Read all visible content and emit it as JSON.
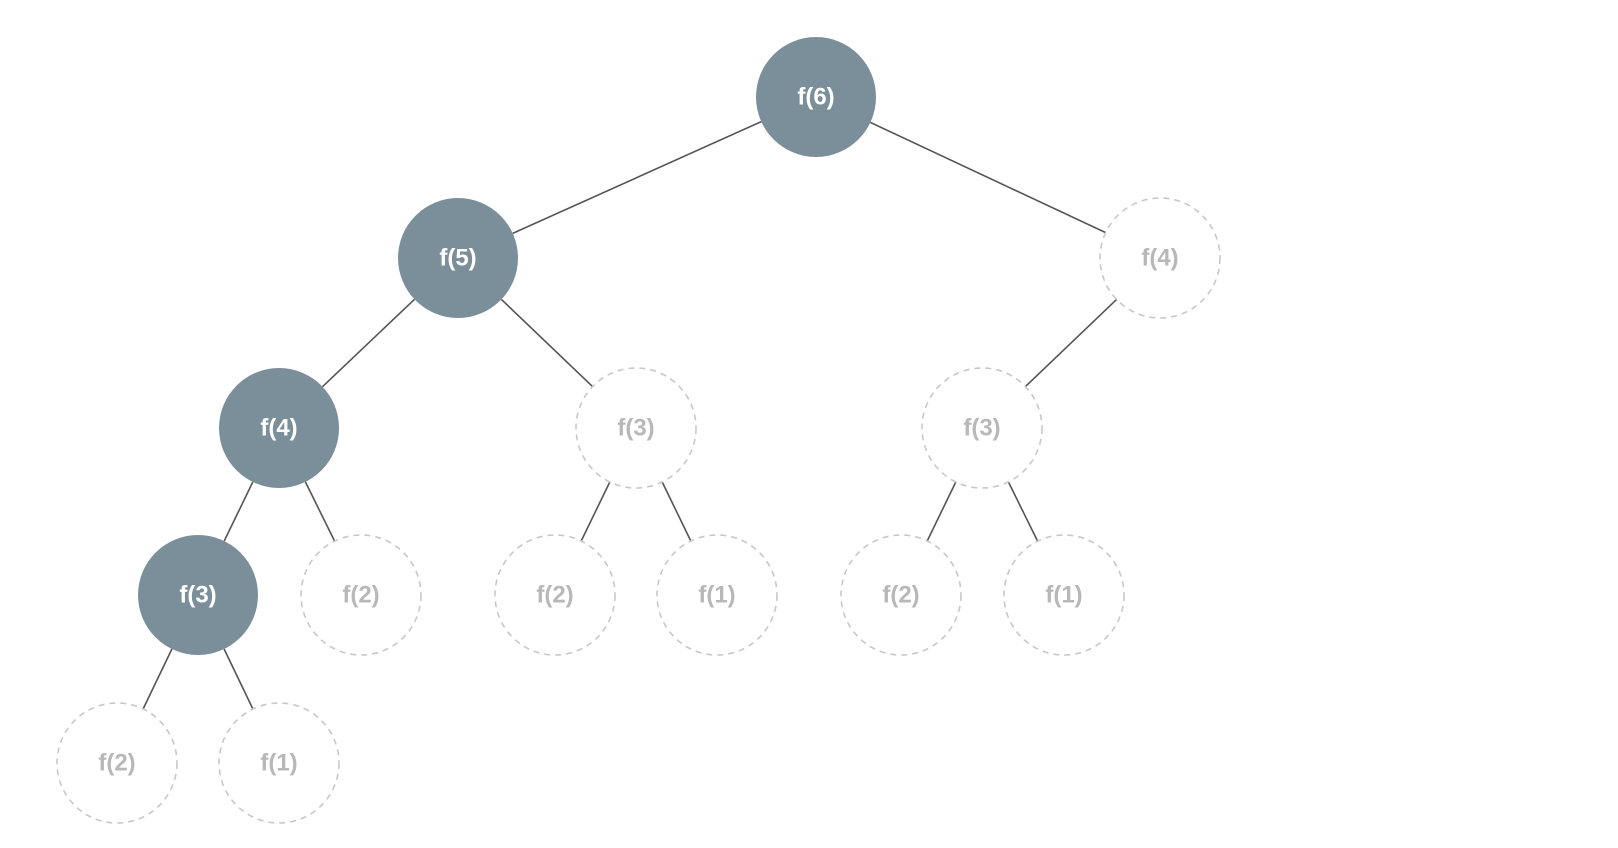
{
  "tree": {
    "nodes": [
      {
        "id": "n6",
        "label": "f(6)",
        "state": "active",
        "parent": null
      },
      {
        "id": "n5",
        "label": "f(5)",
        "state": "active",
        "parent": "n6"
      },
      {
        "id": "n4r",
        "label": "f(4)",
        "state": "pending",
        "parent": "n6"
      },
      {
        "id": "n4",
        "label": "f(4)",
        "state": "active",
        "parent": "n5"
      },
      {
        "id": "n3m",
        "label": "f(3)",
        "state": "pending",
        "parent": "n5"
      },
      {
        "id": "n3r",
        "label": "f(3)",
        "state": "pending",
        "parent": "n4r"
      },
      {
        "id": "n3",
        "label": "f(3)",
        "state": "active",
        "parent": "n4"
      },
      {
        "id": "n2a",
        "label": "f(2)",
        "state": "pending",
        "parent": "n4"
      },
      {
        "id": "n2b",
        "label": "f(2)",
        "state": "pending",
        "parent": "n3m"
      },
      {
        "id": "n1b",
        "label": "f(1)",
        "state": "pending",
        "parent": "n3m"
      },
      {
        "id": "n2c",
        "label": "f(2)",
        "state": "pending",
        "parent": "n3r"
      },
      {
        "id": "n1c",
        "label": "f(1)",
        "state": "pending",
        "parent": "n3r"
      },
      {
        "id": "n2d",
        "label": "f(2)",
        "state": "pending",
        "parent": "n3"
      },
      {
        "id": "n1d",
        "label": "f(1)",
        "state": "pending",
        "parent": "n3"
      }
    ],
    "colors": {
      "active_fill": "#7b8f9b",
      "active_text": "#ffffff",
      "pending_stroke": "#c8c8c8",
      "pending_text": "#b8b8b8",
      "edge": "#555555"
    }
  }
}
